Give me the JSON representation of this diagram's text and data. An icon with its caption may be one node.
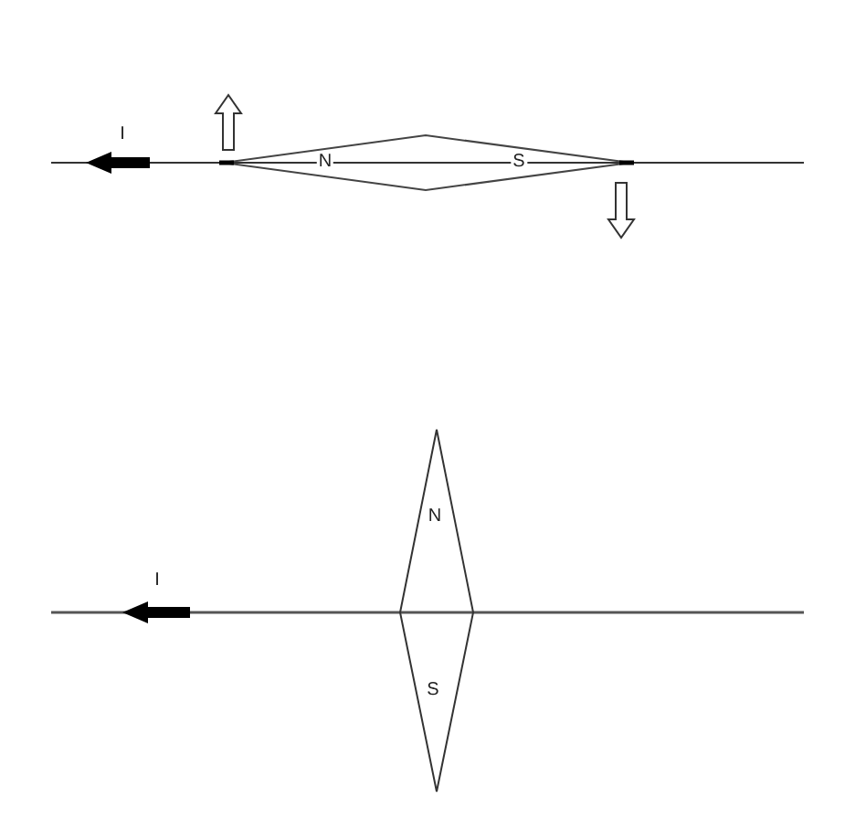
{
  "diagram": {
    "labels": [
      "I",
      "N",
      "S",
      "N",
      "I",
      "S"
    ]
  }
}
